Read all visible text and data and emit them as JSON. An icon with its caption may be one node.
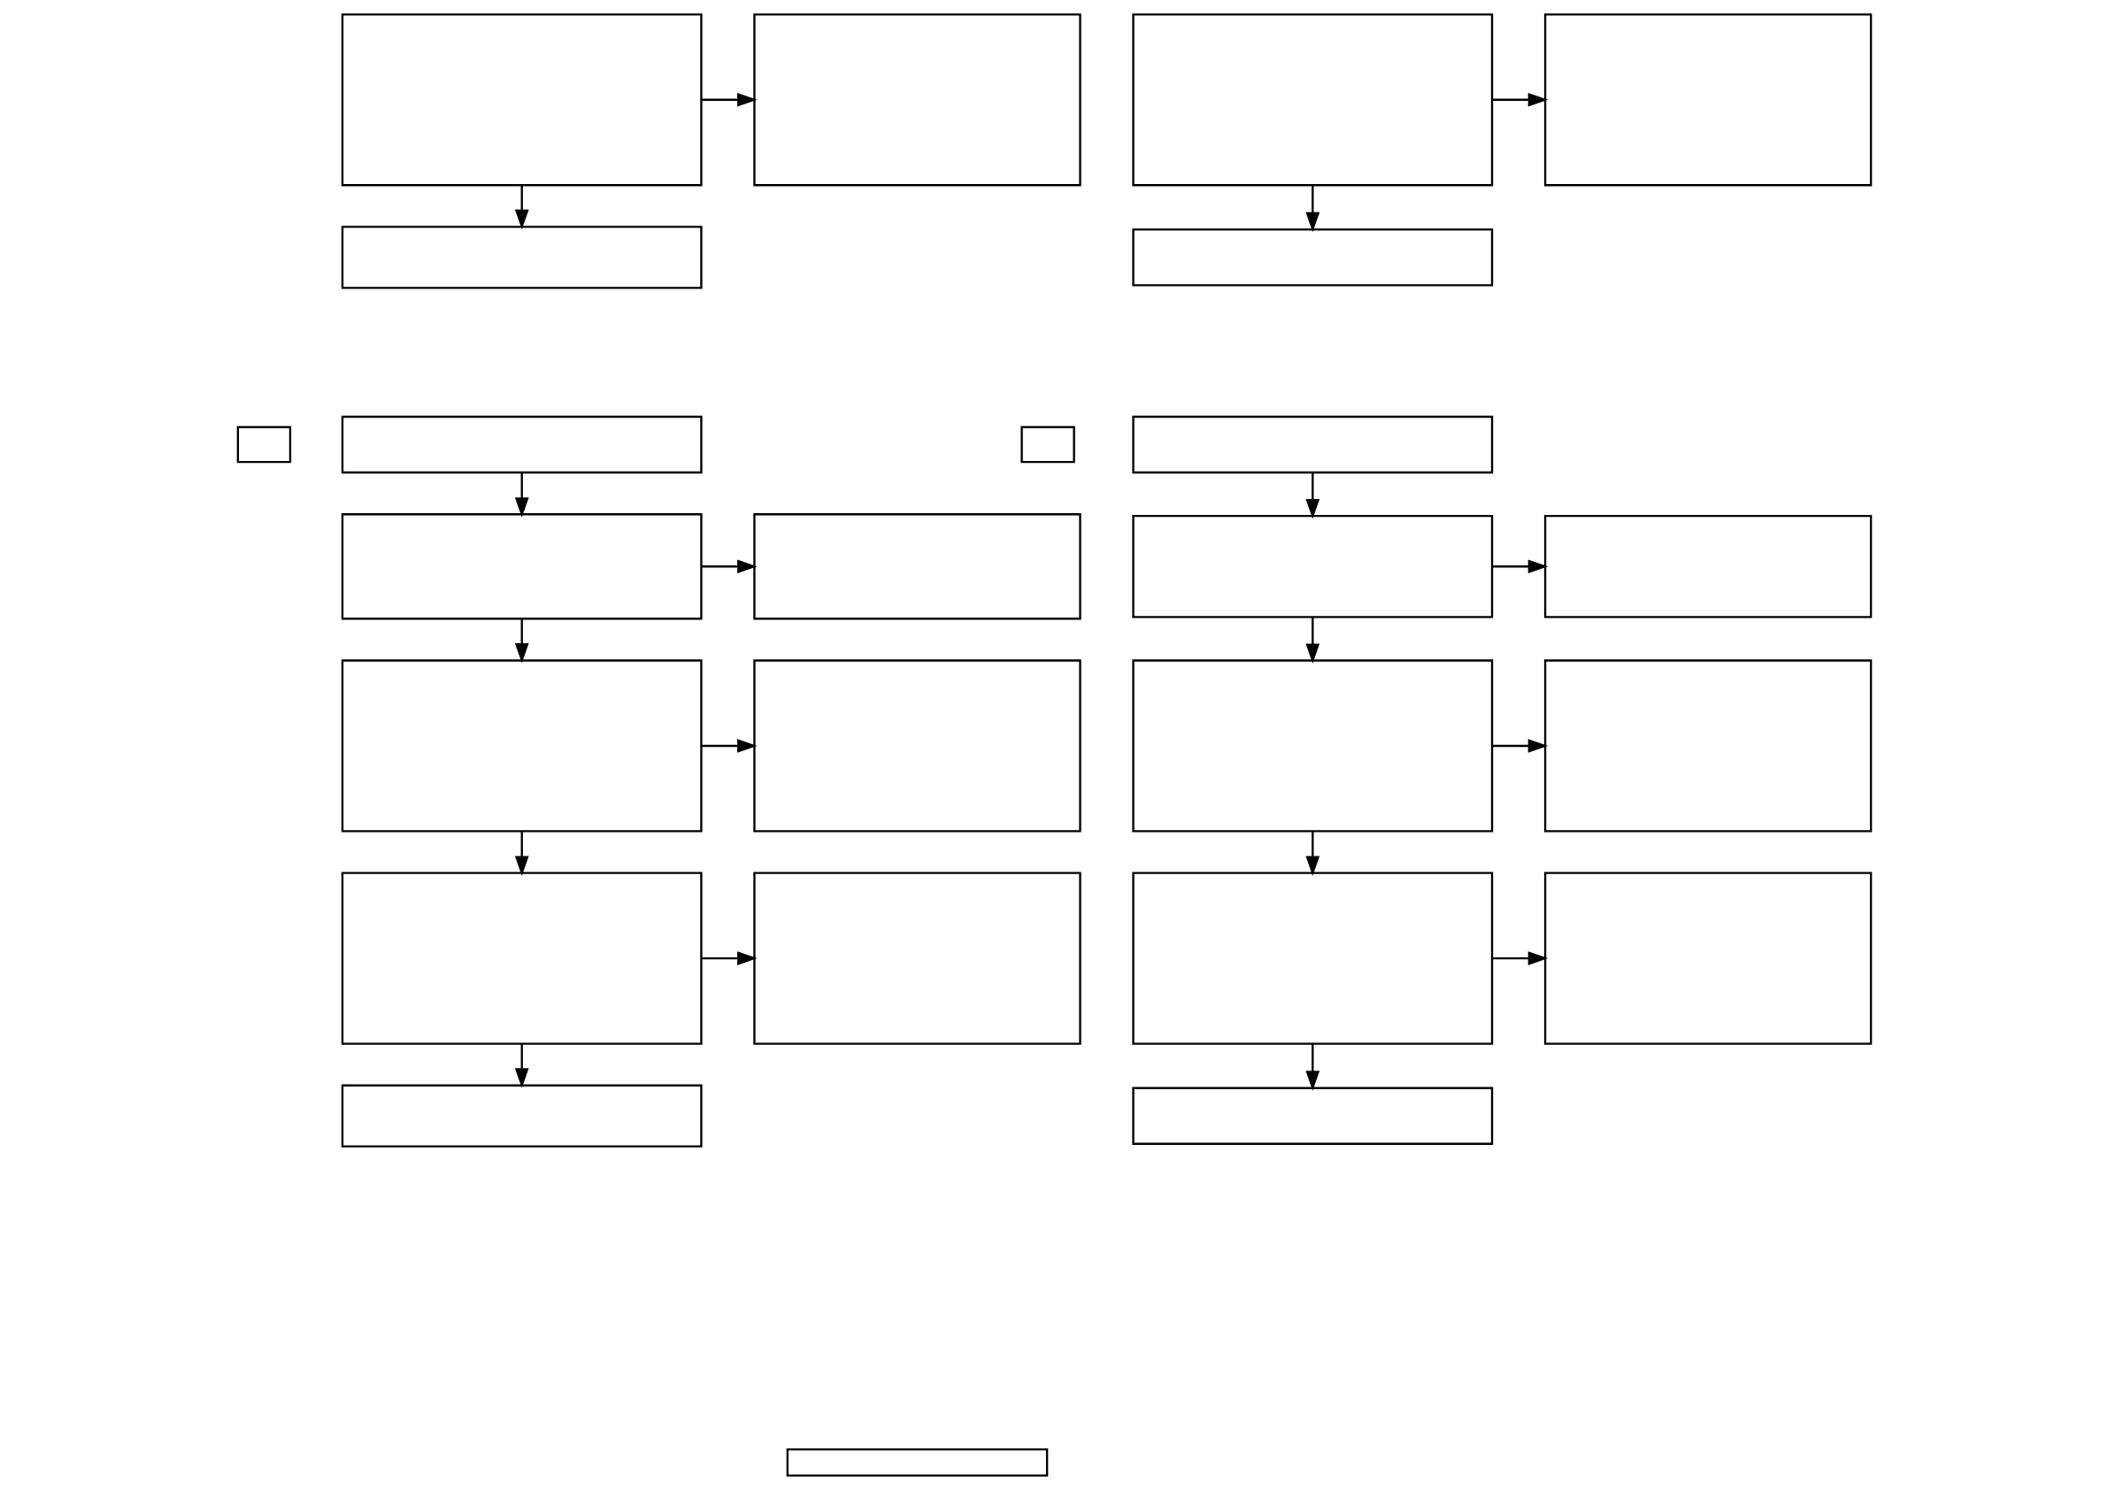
{
  "diagram": {
    "nodes": [
      {
        "text": [],
        "shape": "box"
      },
      {
        "text": [],
        "shape": "box"
      },
      {
        "text": [],
        "shape": "box"
      },
      {
        "text": [],
        "shape": "box"
      },
      {
        "text": [],
        "shape": "box"
      },
      {
        "text": [],
        "shape": "box"
      },
      {
        "text": [],
        "shape": "box"
      },
      {
        "text": [],
        "shape": "box"
      },
      {
        "text": [],
        "shape": "box"
      },
      {
        "text": [],
        "shape": "box"
      },
      {
        "text": [],
        "shape": "box"
      },
      {
        "text": [],
        "shape": "box"
      },
      {
        "text": [],
        "shape": "box"
      },
      {
        "text": [],
        "shape": "box"
      },
      {
        "text": [],
        "shape": "box"
      },
      {
        "text": [],
        "shape": "box"
      },
      {
        "text": [],
        "shape": "box"
      },
      {
        "text": [],
        "shape": "box"
      },
      {
        "text": [],
        "shape": "box"
      },
      {
        "text": [],
        "shape": "box"
      },
      {
        "text": [],
        "shape": "box"
      },
      {
        "text": [],
        "shape": "box"
      },
      {
        "text": [],
        "shape": "box"
      },
      {
        "text": [],
        "shape": "box"
      },
      {
        "text": [],
        "shape": "box"
      }
    ],
    "edges": [
      {
        "from": 0,
        "to": 1,
        "arrow": "to"
      },
      {
        "from": 0,
        "to": 2,
        "arrow": "to"
      },
      {
        "from": 4,
        "to": 5,
        "arrow": "to"
      },
      {
        "from": 5,
        "to": 6,
        "arrow": "to"
      },
      {
        "from": 5,
        "to": 7,
        "arrow": "to"
      },
      {
        "from": 7,
        "to": 8,
        "arrow": "to"
      },
      {
        "from": 7,
        "to": 9,
        "arrow": "to"
      },
      {
        "from": 9,
        "to": 10,
        "arrow": "to"
      },
      {
        "from": 9,
        "to": 11,
        "arrow": "to"
      },
      {
        "from": 12,
        "to": 13,
        "arrow": "to"
      },
      {
        "from": 12,
        "to": 14,
        "arrow": "to"
      },
      {
        "from": 16,
        "to": 17,
        "arrow": "to"
      },
      {
        "from": 17,
        "to": 18,
        "arrow": "to"
      },
      {
        "from": 17,
        "to": 19,
        "arrow": "to"
      },
      {
        "from": 19,
        "to": 20,
        "arrow": "to"
      },
      {
        "from": 19,
        "to": 21,
        "arrow": "to"
      },
      {
        "from": 21,
        "to": 22,
        "arrow": "to"
      },
      {
        "from": 21,
        "to": 23,
        "arrow": "to"
      }
    ]
  }
}
